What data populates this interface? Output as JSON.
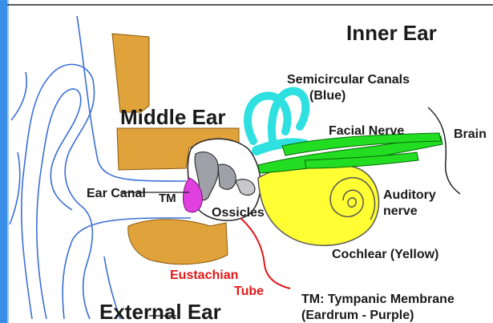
{
  "diagram": {
    "labels": {
      "inner_ear": "Inner Ear",
      "semicircular_canals": "Semicircular Canals",
      "semicircular_color": "(Blue)",
      "middle_ear": "Middle Ear",
      "facial_nerve": "Facial Nerve",
      "brain": "Brain",
      "ear_canal": "Ear Canal",
      "tm": "TM",
      "ossicles": "Ossicles",
      "auditory": "Auditory",
      "nerve": "nerve",
      "cochlear": "Cochlear (Yellow)",
      "eustachian_1": "Eustachian",
      "eustachian_2": "Tube",
      "external_ear": "External Ear",
      "legend_1": "TM:  Tympanic Membrane",
      "legend_2": "(Eardrum - Purple)"
    },
    "colors": {
      "outline_blue": "#3a6fd8",
      "middle_ear_orange": "#e0a23a",
      "semicircular_cyan": "#2ee0e0",
      "facial_nerve_green": "#22dd22",
      "cochlea_yellow": "#ffff33",
      "eardrum_purple": "#e040e0",
      "ossicles_gray": "#a0a0a8",
      "eustachian_red": "#e01818",
      "left_bar_blue": "#3a8ee8"
    }
  }
}
